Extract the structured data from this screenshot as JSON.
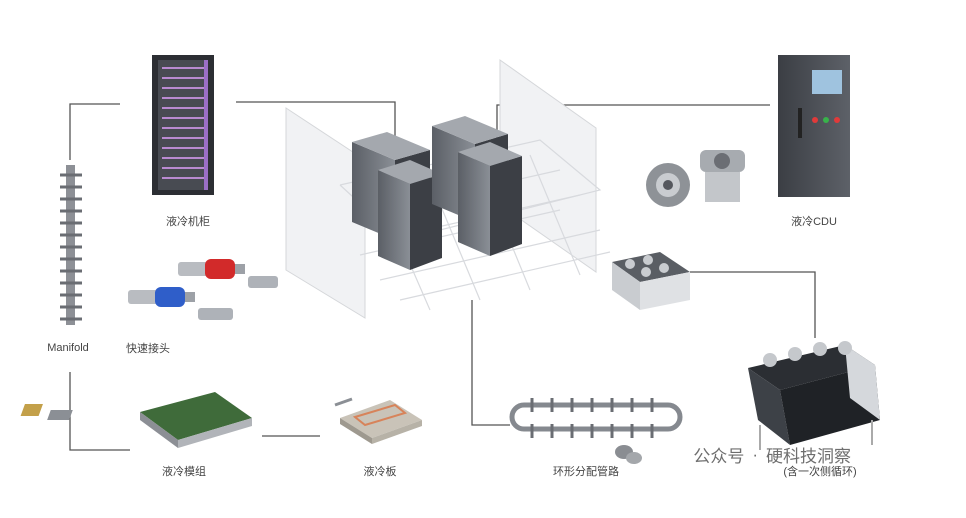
{
  "labels": {
    "cabinet": "液冷机柜",
    "manifold": "Manifold",
    "quick_connector": "快速接头",
    "cdu": "液冷CDU",
    "module": "液冷模组",
    "cold_plate": "液冷板",
    "ring_pipe": "环形分配管路",
    "secondary_loop": "(含一次侧循环)"
  },
  "watermark": {
    "platform": "公众号",
    "separator": "·",
    "account": "硬科技洞察"
  }
}
